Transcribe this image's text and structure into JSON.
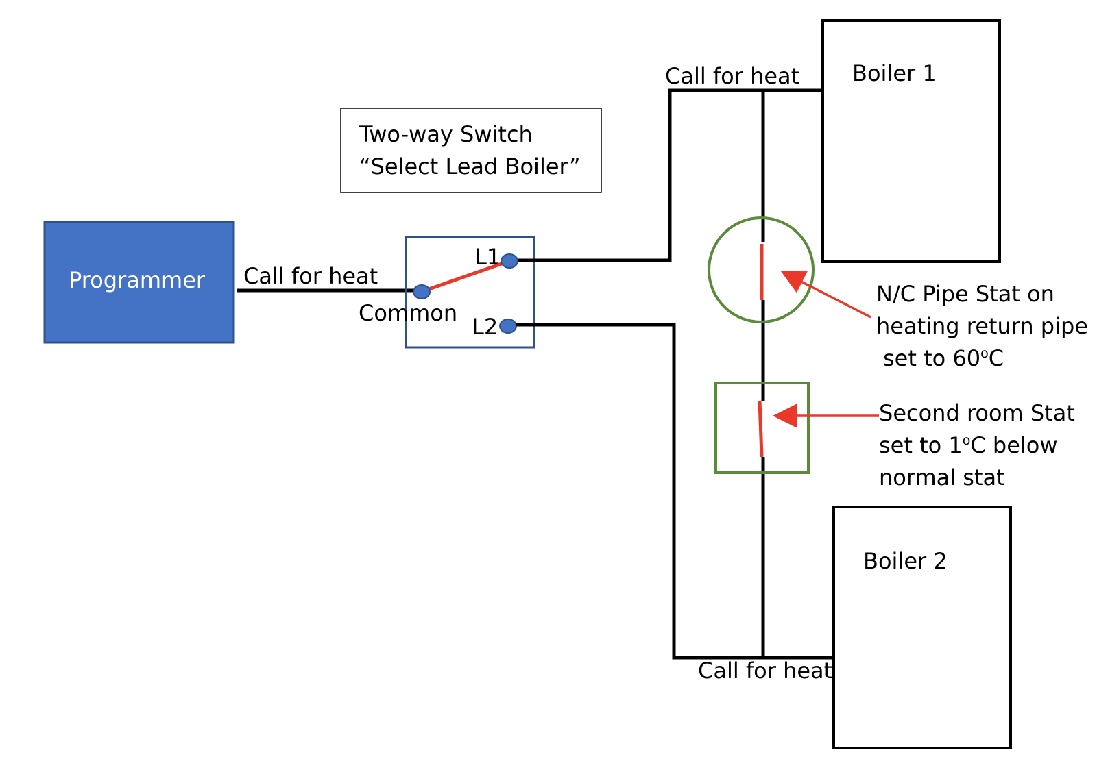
{
  "colors": {
    "wire": "#000000",
    "switch_blade": "#e8392b",
    "contact": "#4472c4",
    "programmer_fill": "#4472c4",
    "programmer_border": "#2f528f",
    "switch_border": "#2f528f",
    "stat_outline": "#5b8a3a",
    "arrow": "#e8392b"
  },
  "programmer": {
    "label": "Programmer"
  },
  "wires": {
    "programmer_call": "Call for heat",
    "boiler1_call": "Call for heat",
    "boiler2_call": "Call for heat"
  },
  "switch": {
    "title_line1": "Two-way Switch",
    "title_line2": "“Select Lead Boiler”",
    "l1": "L1",
    "l2": "L2",
    "common": "Common"
  },
  "boiler1": {
    "label": "Boiler 1"
  },
  "boiler2": {
    "label": "Boiler 2"
  },
  "pipe_stat": {
    "line1": "N/C Pipe Stat on",
    "line2": "heating return pipe",
    "line3_main": "set to 60",
    "line3_sup": "o",
    "line3_end": "C"
  },
  "room_stat": {
    "line1": "Second room Stat",
    "line2_main": "set to 1",
    "line2_sup": "o",
    "line2_end": "C below",
    "line3": "normal stat"
  }
}
